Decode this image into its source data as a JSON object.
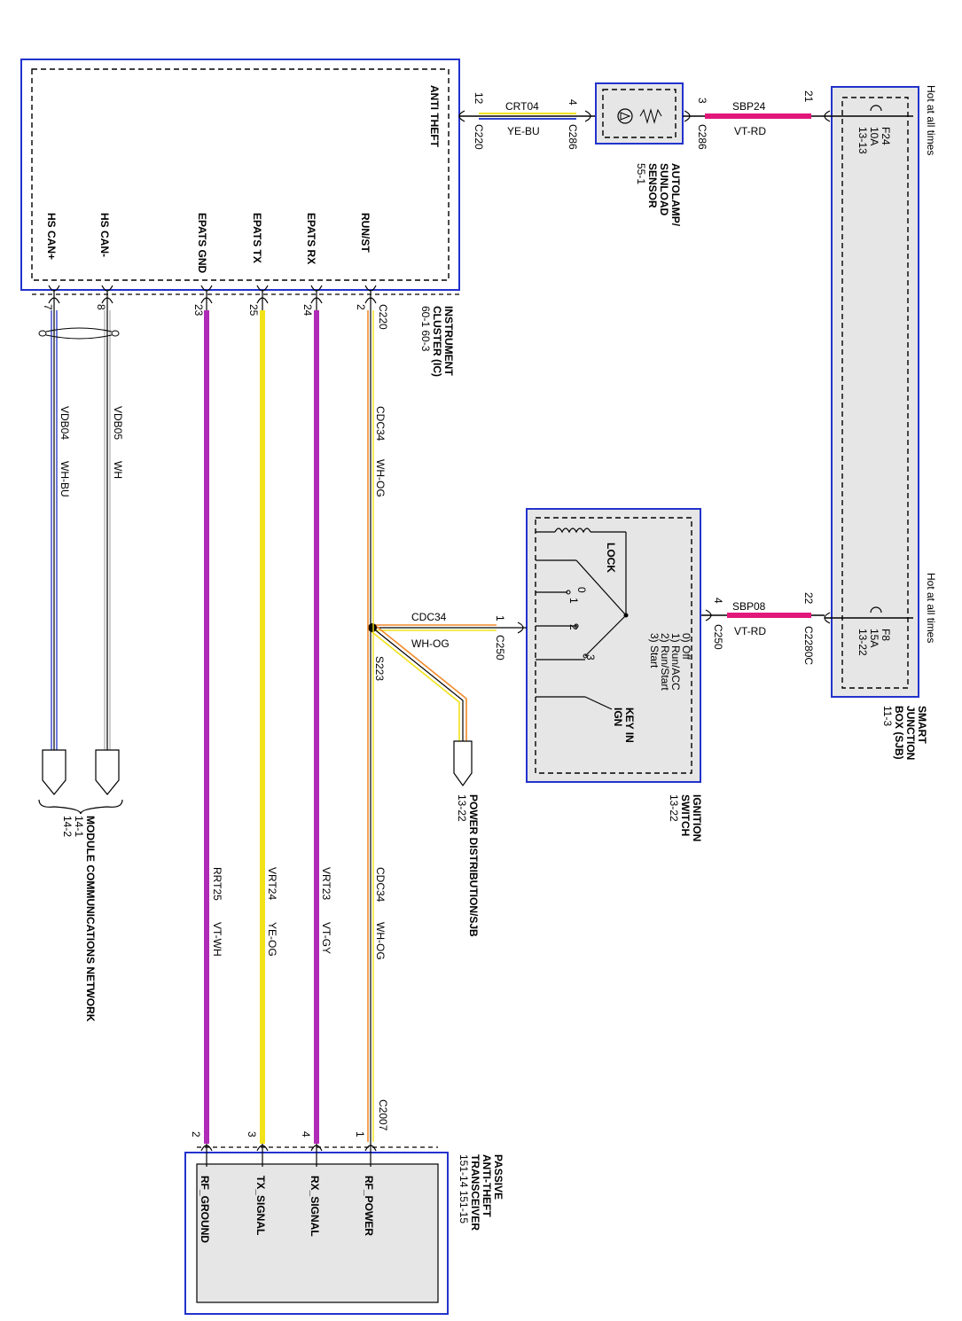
{
  "instrument_cluster": {
    "title_lines": [
      "INSTRUMENT",
      "CLUSTER (IC)",
      "60-1  60-3"
    ],
    "anti_theft_label": "ANTI THEFT",
    "pins": [
      {
        "label": "RUN/ST",
        "pin": "2"
      },
      {
        "label": "EPATS RX",
        "pin": "24"
      },
      {
        "label": "EPATS TX",
        "pin": "25"
      },
      {
        "label": "EPATS GND",
        "pin": "23"
      },
      {
        "label": "HS CAN-",
        "pin": "8"
      },
      {
        "label": "HS CAN+",
        "pin": "7"
      }
    ],
    "connector": "C220",
    "anti_theft_pin": "12",
    "anti_theft_connector": "C220"
  },
  "autolamp_sensor": {
    "title_lines": [
      "AUTOLAMP/",
      "SUNLOAD",
      "SENSOR",
      "55-1"
    ],
    "pin_left": "4",
    "pin_right": "3",
    "connector_left": "C286",
    "connector_right": "C286"
  },
  "sjb": {
    "title_lines": [
      "SMART",
      "JUNCTION",
      "BOX (SJB)",
      "11-3"
    ],
    "hot_top": "Hot at all times",
    "hot_bottom": "Hot at all times",
    "fuse_top": [
      "F24",
      "10A",
      "13-13"
    ],
    "fuse_bottom": [
      "F8",
      "15A",
      "13-22"
    ],
    "pin_top": "21",
    "pin_bottom": "22",
    "connector_bottom": "C2280C"
  },
  "ignition_switch": {
    "title_lines": [
      "IGNITION",
      "SWITCH",
      "13-22"
    ],
    "lock_label": "LOCK",
    "positions": [
      "0) Off",
      "1) Run/ACC",
      "2) Run/Start",
      "3) Start"
    ],
    "pos_digits": [
      "0",
      "1",
      "2",
      "3"
    ],
    "key_in": [
      "KEY IN",
      "IGN"
    ],
    "pin_right": "4",
    "connector_right": "C250",
    "pin_left": "1",
    "connector_left": "C250"
  },
  "wires": {
    "crt04": {
      "circuit": "CRT04",
      "color": "YE-BU"
    },
    "sbp24": {
      "circuit": "SBP24",
      "color": "VT-RD"
    },
    "sbp08": {
      "circuit": "SBP08",
      "color": "VT-RD"
    },
    "cdc34_ign": {
      "circuit": "CDC34",
      "color": "WH-OG"
    },
    "cdc34_upper": {
      "circuit": "CDC34",
      "color": "WH-OG"
    },
    "cdc34_lower": {
      "circuit": "CDC34",
      "color": "WH-OG"
    },
    "vrt23": {
      "circuit": "VRT23",
      "color": "VT-GY"
    },
    "vrt24": {
      "circuit": "VRT24",
      "color": "YE-OG"
    },
    "rrt25": {
      "circuit": "RRT25",
      "color": "VT-WH"
    },
    "vdb05": {
      "circuit": "VDB05",
      "color": "WH"
    },
    "vdb04": {
      "circuit": "VDB04",
      "color": "WH-BU"
    },
    "splice": "S223"
  },
  "power_distribution": {
    "title": "POWER DISTRIBUTION/SJB",
    "ref": "13-22"
  },
  "network": {
    "title": "MODULE COMMUNICATIONS NETWORK",
    "refs": [
      "14-1",
      "14-2"
    ]
  },
  "transceiver": {
    "title_lines": [
      "PASSIVE",
      "ANTI-THEFT",
      "TRANSCEIVER",
      "151-14  151-15"
    ],
    "connector": "C2007",
    "pins": [
      {
        "label": "RF_POWER",
        "pin": "1"
      },
      {
        "label": "RX_SIGNAL",
        "pin": "4"
      },
      {
        "label": "TX_SIGNAL",
        "pin": "3"
      },
      {
        "label": "RF_GROUND",
        "pin": "2"
      }
    ]
  },
  "colors": {
    "box_border": "#2233cc",
    "box_fill_grey": "#e6e6e6",
    "violet": "#b02ab8",
    "violet_red": "#e2177a",
    "yellow": "#f2e21a",
    "orange": "#f08a2a",
    "blue": "#3344cc",
    "splice_dot": "#000000"
  }
}
